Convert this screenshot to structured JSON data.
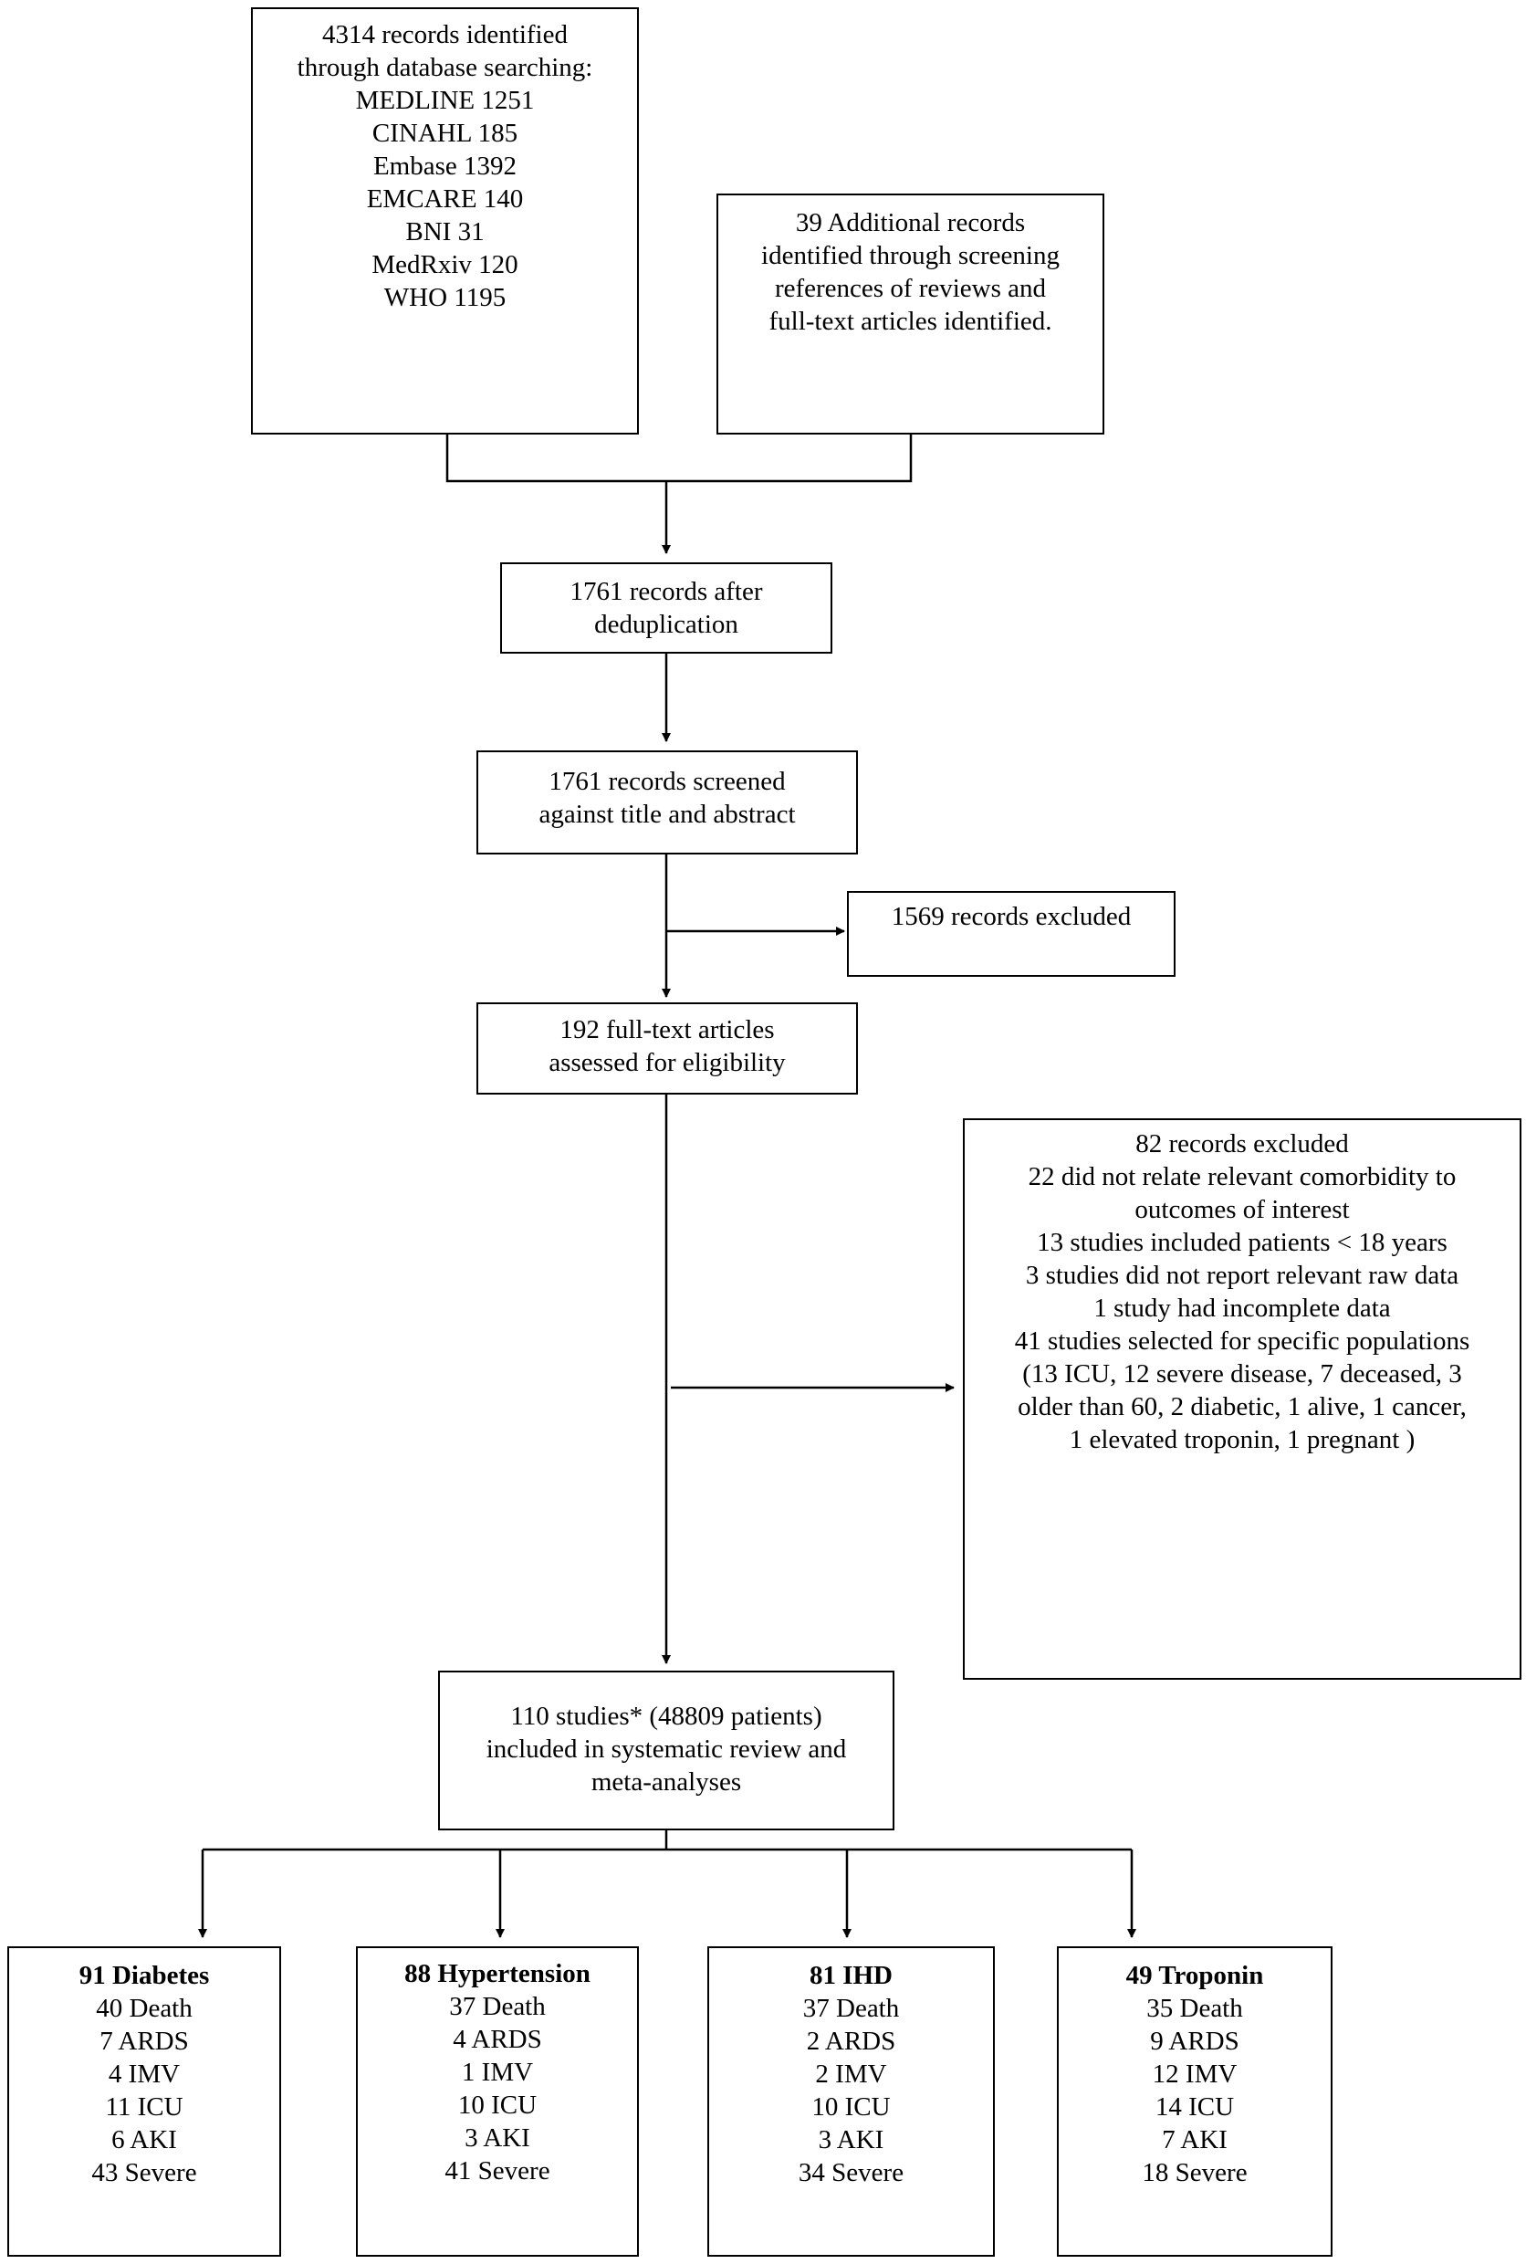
{
  "database_search": {
    "lines": [
      "4314 records identified",
      "through database searching:",
      "MEDLINE 1251",
      "CINAHL 185",
      "Embase 1392",
      "EMCARE 140",
      "BNI 31",
      "MedRxiv 120",
      "WHO 1195"
    ]
  },
  "additional_records": {
    "lines": [
      "39 Additional records",
      "identified through screening",
      "references of reviews and",
      "full-text articles identified."
    ]
  },
  "deduplication": {
    "lines": [
      "1761 records after",
      "deduplication"
    ]
  },
  "screening": {
    "lines": [
      "1761 records screened",
      "against title and abstract"
    ]
  },
  "excluded_screening": {
    "lines": [
      "1569 records excluded"
    ]
  },
  "eligibility": {
    "lines": [
      "192 full-text articles",
      "assessed for eligibility"
    ]
  },
  "excluded_fulltext": {
    "lines": [
      "82 records excluded",
      "22 did not relate relevant comorbidity to",
      "outcomes of interest",
      "13 studies included patients < 18 years",
      "3 studies did not report relevant raw data",
      "1 study had incomplete data",
      "41 studies selected for specific populations",
      "(13 ICU, 12 severe disease, 7 deceased, 3",
      "older than 60, 2 diabetic, 1 alive, 1 cancer,",
      "1 elevated troponin, 1 pregnant )"
    ]
  },
  "included": {
    "lines": [
      "110 studies* (48809 patients)",
      "included in systematic review and",
      "meta-analyses"
    ]
  },
  "outcomes": [
    {
      "title": "91 Diabetes",
      "lines": [
        "40 Death",
        "7 ARDS",
        "4 IMV",
        "11 ICU",
        "6 AKI",
        "43 Severe"
      ]
    },
    {
      "title": "88 Hypertension",
      "lines": [
        "37 Death",
        "4 ARDS",
        "1 IMV",
        "10 ICU",
        "3 AKI",
        "41 Severe"
      ]
    },
    {
      "title": "81 IHD",
      "lines": [
        "37 Death",
        "2 ARDS",
        "2 IMV",
        "10 ICU",
        "3 AKI",
        "34 Severe"
      ]
    },
    {
      "title": "49 Troponin",
      "lines": [
        "35 Death",
        "9 ARDS",
        "12 IMV",
        "14 ICU",
        "7 AKI",
        "18 Severe"
      ]
    }
  ]
}
